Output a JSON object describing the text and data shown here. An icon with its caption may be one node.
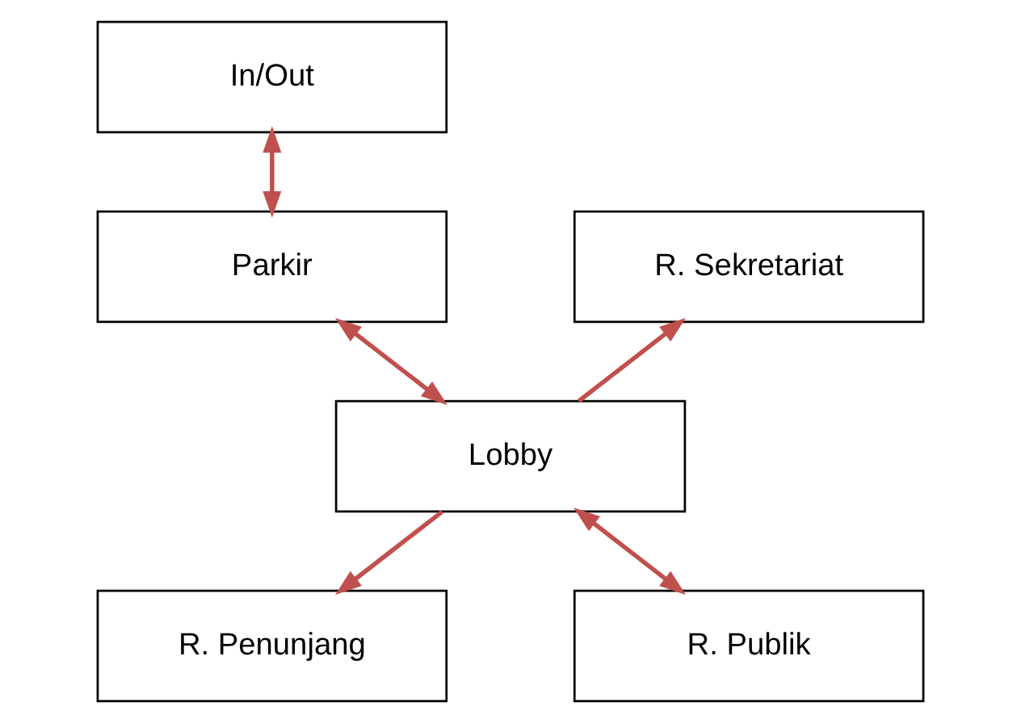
{
  "diagram": {
    "nodes": [
      {
        "text": [
          "In/Out"
        ]
      },
      {
        "text": [
          "R. Sekretariat"
        ]
      },
      {
        "text": [
          "Parkir"
        ]
      },
      {
        "text": [
          "Lobby"
        ]
      },
      {
        "text": [
          "R. Penunjang"
        ]
      },
      {
        "text": [
          "R. Publik"
        ]
      }
    ],
    "edges": [
      {
        "from": 0,
        "to": 2,
        "arrow": "both",
        "color": "#c0504d"
      },
      {
        "from": 2,
        "to": 3,
        "arrow": "both",
        "color": "#c0504d"
      },
      {
        "from": 3,
        "to": 1,
        "arrow": "to",
        "color": "#c0504d"
      },
      {
        "from": 3,
        "to": 4,
        "arrow": "to",
        "color": "#c0504d"
      },
      {
        "from": 3,
        "to": 5,
        "arrow": "both",
        "color": "#c0504d"
      }
    ]
  }
}
